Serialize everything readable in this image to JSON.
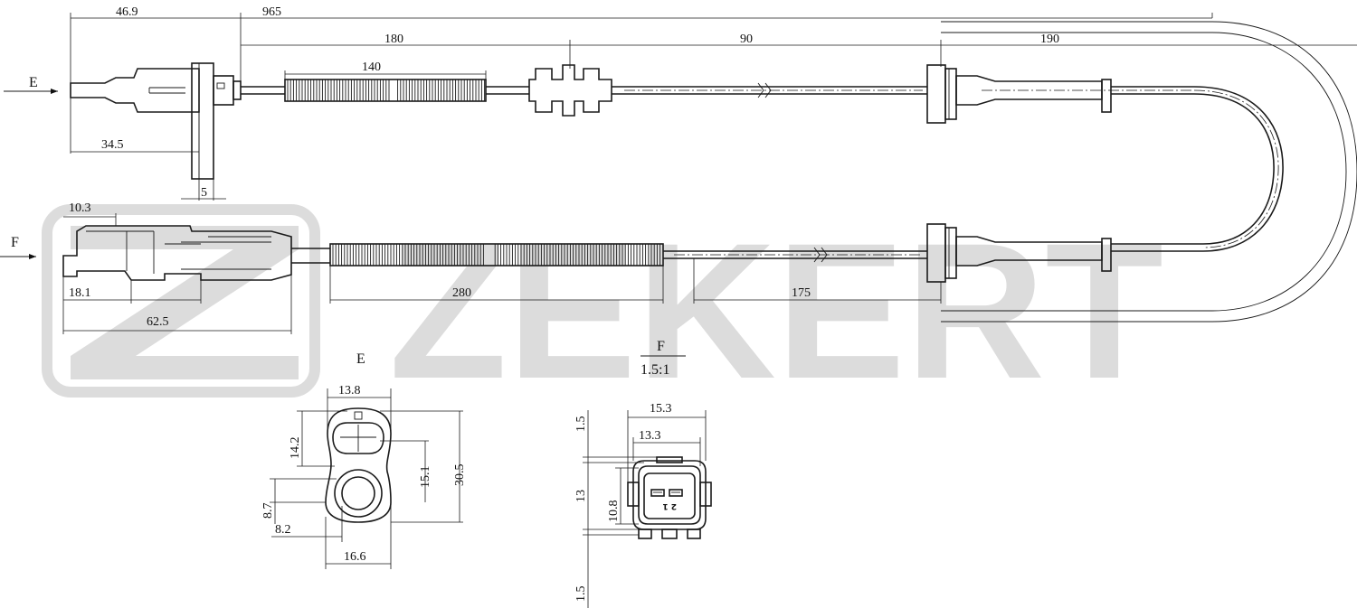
{
  "watermark": {
    "brand": "ZEKERT",
    "color": "#dcdcdc"
  },
  "views": {
    "top_label": "E",
    "bottom_label": "F",
    "detail_e_label": "E",
    "detail_f_label": "F",
    "detail_f_scale": "1.5:1"
  },
  "top_cable_dims": {
    "sensor_total": "46.9",
    "overall": "965",
    "seg_1": "180",
    "sleeve": "140",
    "seg_2": "90",
    "seg_3": "190",
    "sensor_body": "34.5",
    "bracket_width": "5"
  },
  "bottom_cable_dims": {
    "latch": "10.3",
    "connector_part": "18.1",
    "connector_total": "62.5",
    "sleeve": "280",
    "seg": "175"
  },
  "detail_e_dims": {
    "width_top": "13.8",
    "d1": "14.2",
    "d2": "15.1",
    "height": "30.5",
    "d3": "8.7",
    "d4": "8.2",
    "width_bottom": "16.6"
  },
  "detail_f_dims": {
    "width_outer": "15.3",
    "width_inner": "13.3",
    "top_offset": "1.5",
    "height": "13",
    "inner_height": "10.8",
    "bottom_offset": "1.5",
    "pin_labels": "2 1"
  }
}
